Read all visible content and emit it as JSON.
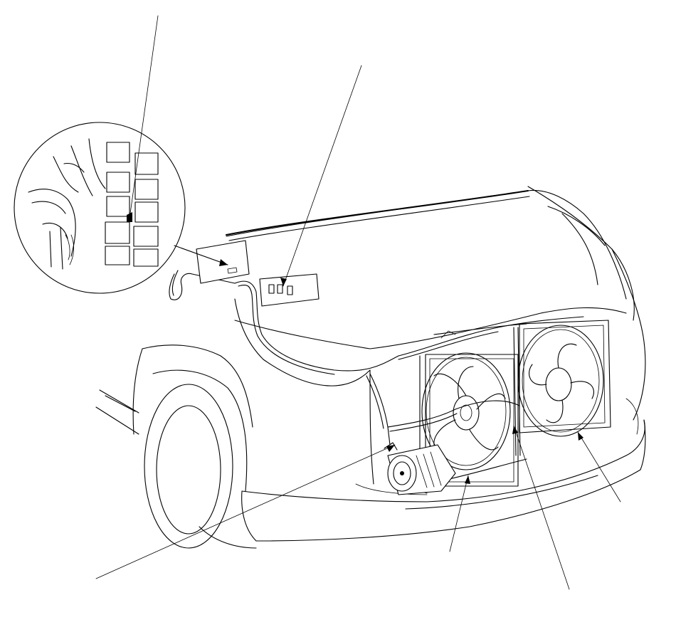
{
  "figure": {
    "line_color": "#000000",
    "background_color": "#ffffff",
    "leader_count": 6,
    "components": [
      "relay-box-detail",
      "under-hood-fuse-relay-box",
      "ac-compressor",
      "condenser-fan-motor",
      "radiator-fan-motor",
      "fan-shroud-connector"
    ]
  }
}
